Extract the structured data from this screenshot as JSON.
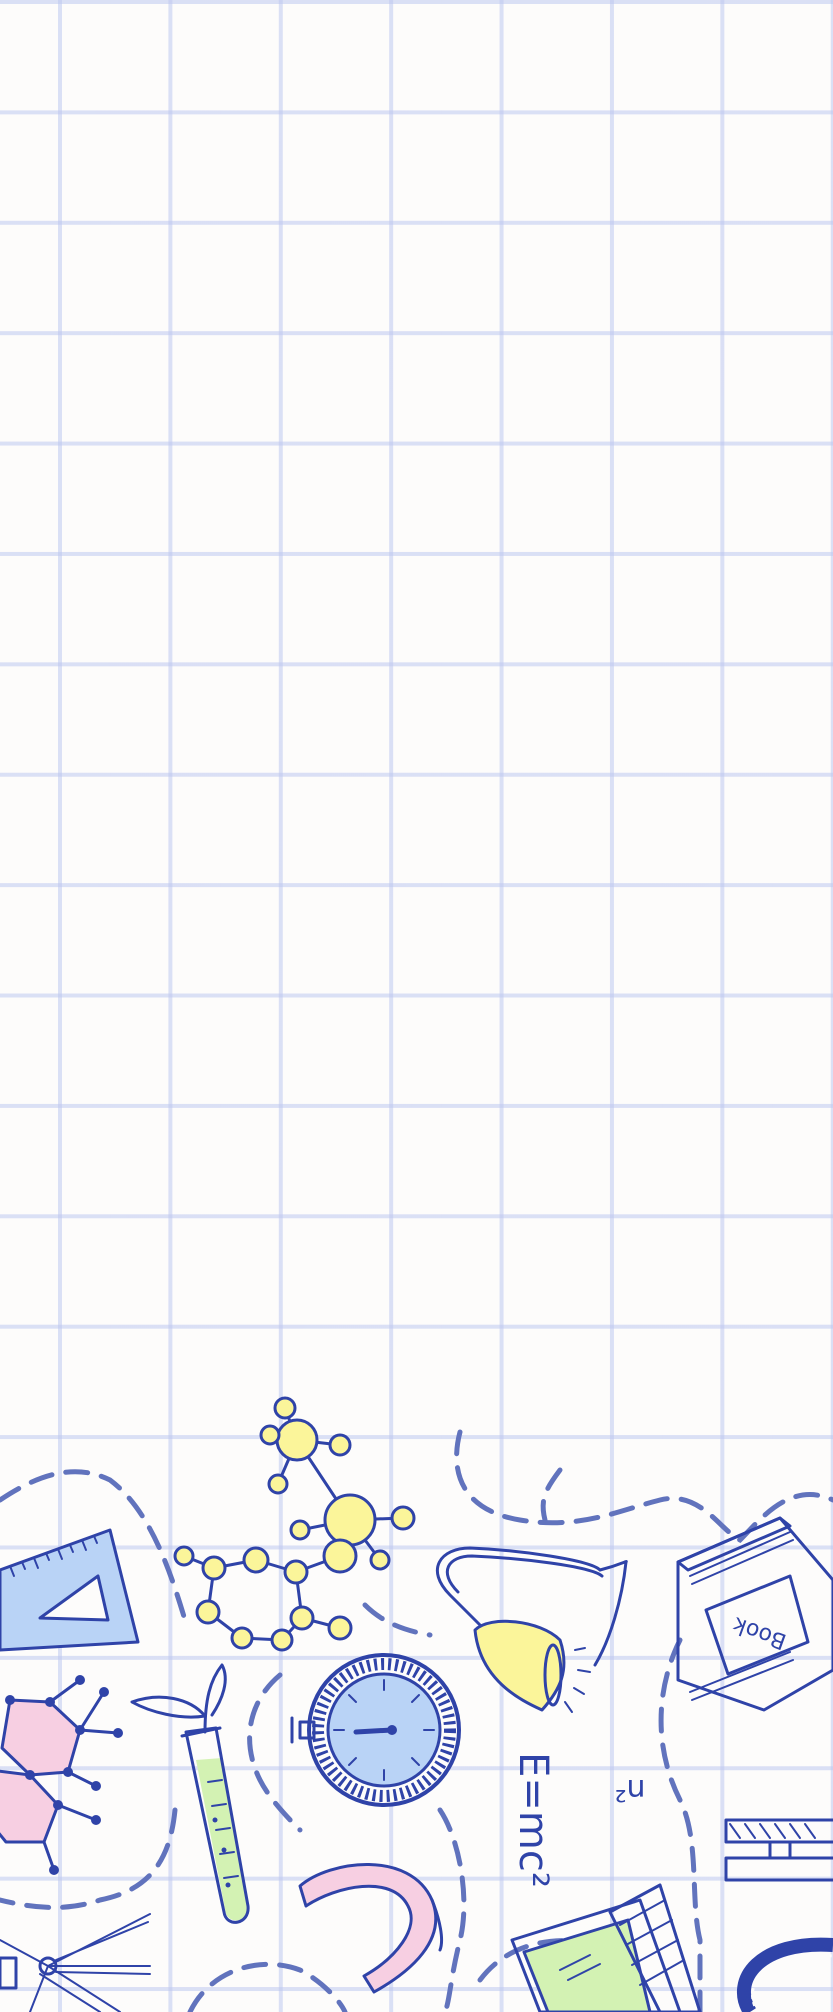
{
  "background": {
    "paper_color": "#fdfcfb",
    "grid_color": "#c8d0f0",
    "ink_color": "#2f43a8",
    "dash_color": "#6173bd"
  },
  "icons": [
    "triangle-ruler-icon",
    "molecule-icon",
    "hexagon-molecule-icon",
    "desk-lamp-icon",
    "book-icon",
    "stopwatch-icon",
    "test-tube-icon",
    "magnet-icon",
    "laptop-icon",
    "windmill-icon",
    "formula-text"
  ],
  "doodle_text": {
    "book_label": "Book",
    "formula": "E=mc²",
    "formula_2": "n²"
  }
}
